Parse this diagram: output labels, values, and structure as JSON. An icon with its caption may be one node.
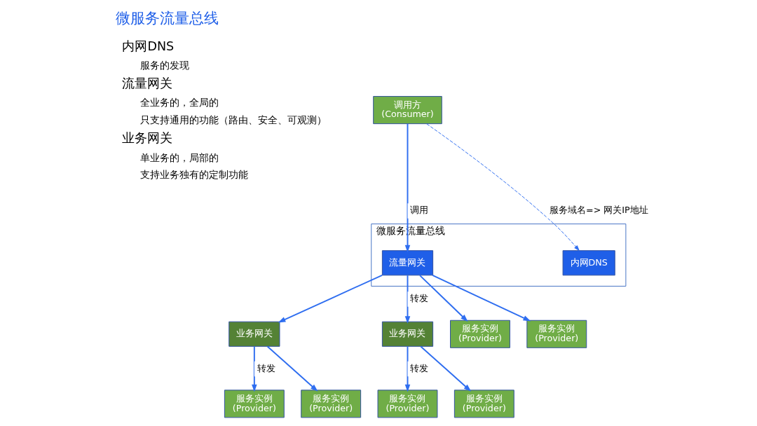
{
  "diagram": {
    "title": "微服务流量总线",
    "nodes": [
      {
        "text": [
          "调用方",
          "(Consumer)"
        ]
      },
      {
        "text": [
          "微服务流量总线"
        ]
      },
      {
        "text": [
          "流量网关"
        ],
        "in": 1
      },
      {
        "text": [
          "内网DNS"
        ],
        "in": 1
      },
      {
        "text": [
          "业务网关"
        ]
      },
      {
        "text": [
          "业务网关"
        ]
      },
      {
        "text": [
          "服务实例",
          "(Provider)"
        ]
      },
      {
        "text": [
          "服务实例",
          "(Provider)"
        ]
      },
      {
        "text": [
          "服务实例",
          "(Provider)"
        ]
      },
      {
        "text": [
          "服务实例",
          "(Provider)"
        ]
      },
      {
        "text": [
          "服务实例",
          "(Provider)"
        ]
      },
      {
        "text": [
          "服务实例",
          "(Provider)"
        ]
      }
    ],
    "edges": [
      {
        "from": 0,
        "to": 2,
        "arrow": "to",
        "label": "调用"
      },
      {
        "from": 0,
        "to": 3,
        "arrow": "to",
        "label": "服务域名=> 网关IP地址",
        "style": "dashed"
      },
      {
        "from": 2,
        "to": 4,
        "arrow": "to"
      },
      {
        "from": 2,
        "to": 5,
        "arrow": "to",
        "label": "转发"
      },
      {
        "from": 2,
        "to": 6,
        "arrow": "to"
      },
      {
        "from": 2,
        "to": 7,
        "arrow": "to"
      },
      {
        "from": 4,
        "to": 8,
        "arrow": "to",
        "label": "转发"
      },
      {
        "from": 4,
        "to": 9,
        "arrow": "to"
      },
      {
        "from": 5,
        "to": 10,
        "arrow": "to",
        "label": "转发"
      },
      {
        "from": 5,
        "to": 11,
        "arrow": "to"
      }
    ],
    "labels": [
      "内网DNS",
      "服务的发现",
      "流量网关",
      "全业务的，全局的",
      "只支持通用的功能（路由、安全、可观测）",
      "业务网关",
      "单业务的，局部的",
      "支持业务独有的定制功能"
    ]
  }
}
